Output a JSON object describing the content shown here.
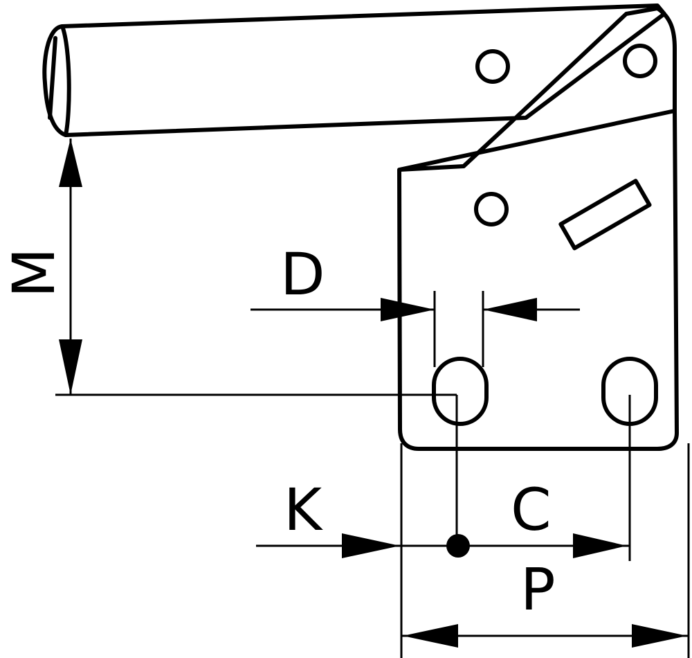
{
  "labels": {
    "D": "D",
    "M": "M",
    "K": "K",
    "C": "C",
    "P": "P"
  }
}
